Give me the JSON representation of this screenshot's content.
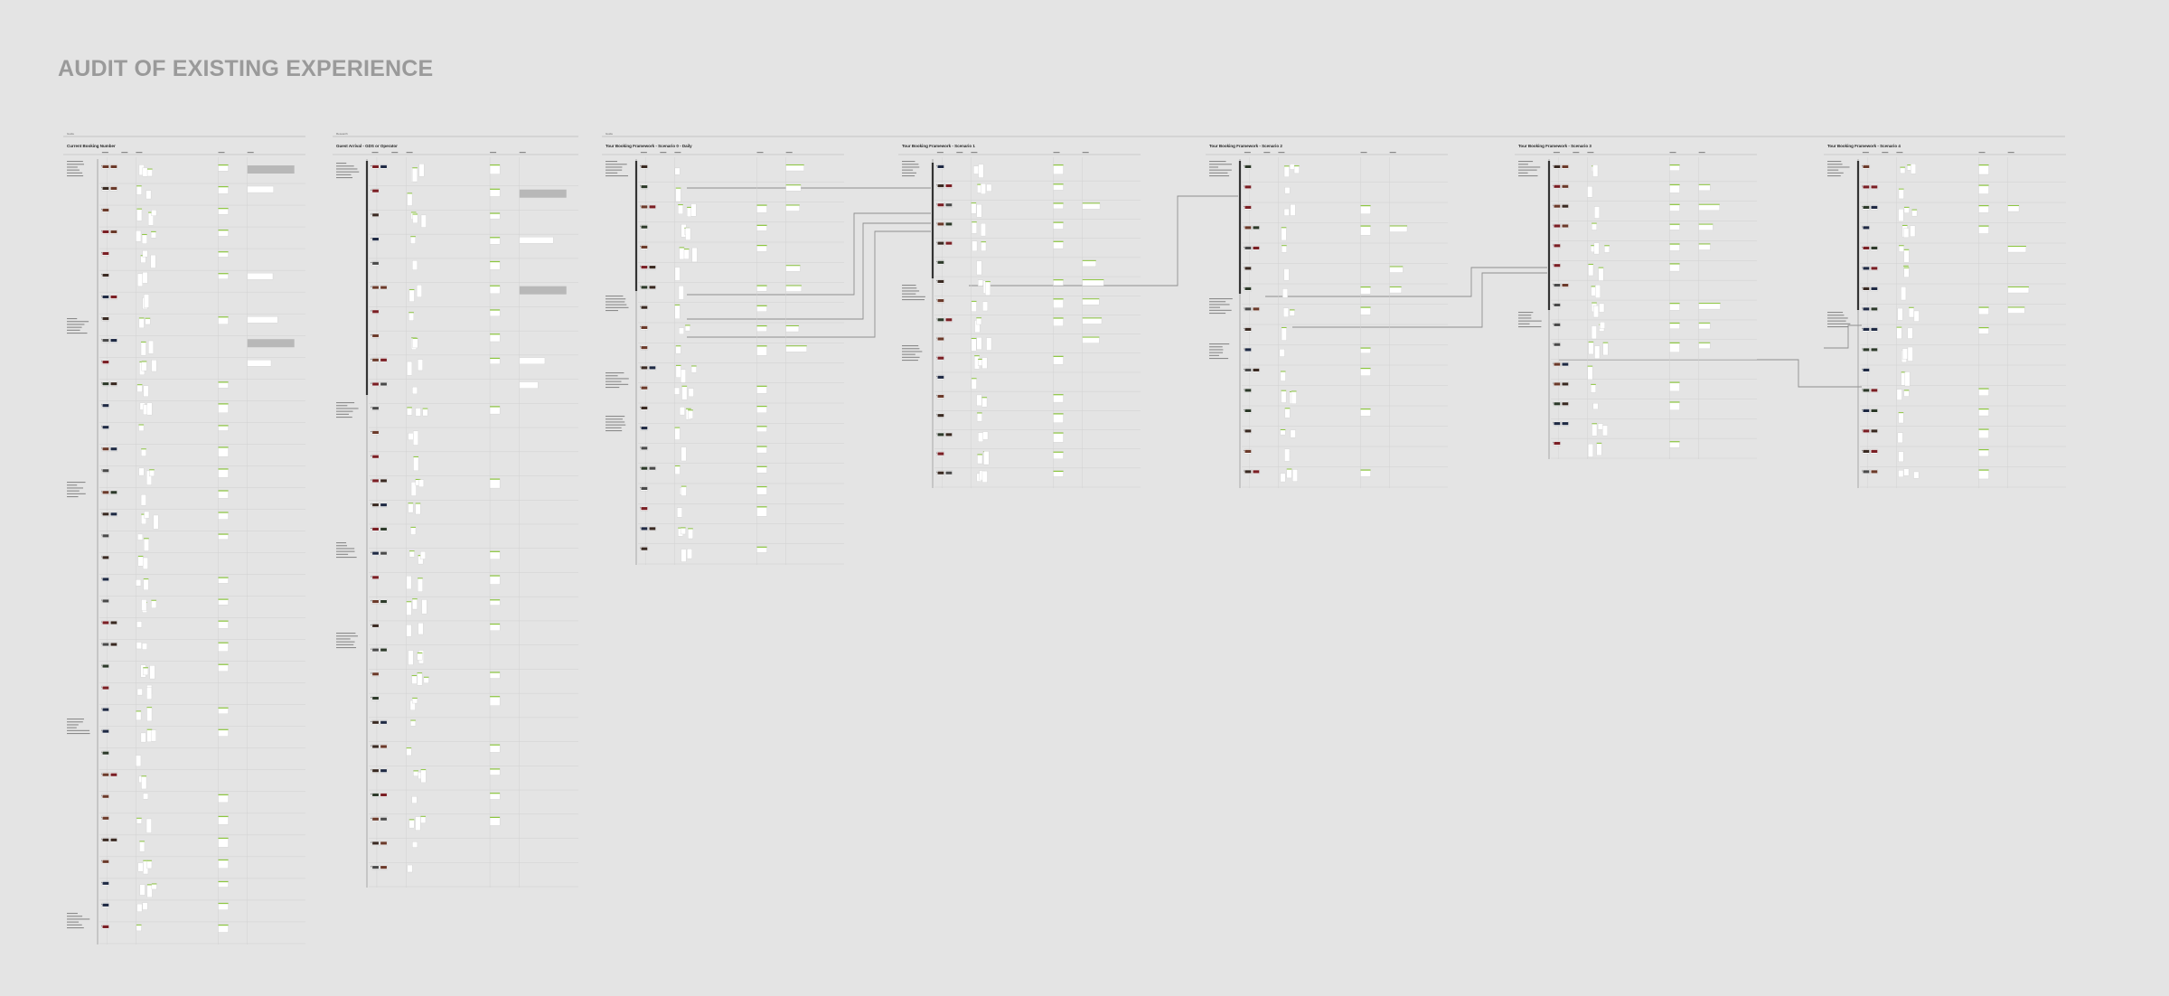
{
  "page": {
    "title": "AUDIT OF EXISTING EXPERIENCE"
  },
  "colors": {
    "background": "#e4e4e4",
    "title": "#9a9a9a",
    "card": "#ffffff",
    "accent_green": "#8cc63f",
    "placeholder_gray": "#b8b8b8",
    "divider": "#c4c4c4",
    "lane_bar": "#333333",
    "connector": "#8e8e8e"
  },
  "columns": [
    {
      "id": "col-1",
      "group": "Guide",
      "title": "Current Booking Number"
    },
    {
      "id": "col-2",
      "group": "Research",
      "title": "Guest Arrival - GDS or Operator"
    },
    {
      "id": "col-3",
      "group": "Guide",
      "title": "Tour Booking Framework - Scenario 0 - Daily"
    },
    {
      "id": "col-4",
      "group": "",
      "title": "Tour Booking Framework - Scenario 1"
    },
    {
      "id": "col-5",
      "group": "",
      "title": "Tour Booking Framework - Scenario 2"
    },
    {
      "id": "col-6",
      "group": "",
      "title": "Tour Booking Framework - Scenario 3"
    },
    {
      "id": "col-7",
      "group": "",
      "title": "Tour Booking Framework - Scenario 4"
    }
  ]
}
